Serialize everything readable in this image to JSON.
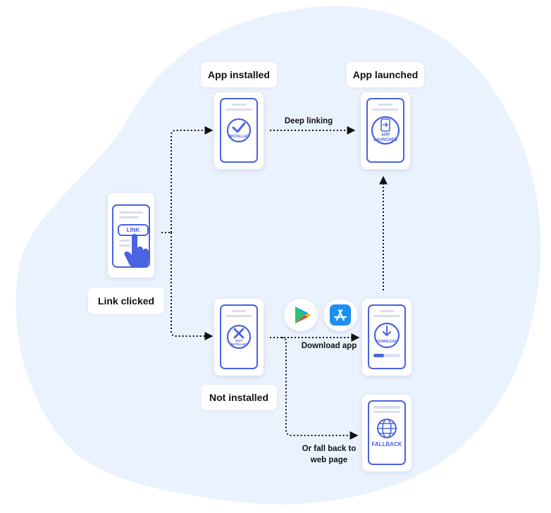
{
  "labels": {
    "app_installed": "App installed",
    "app_launched": "App launched",
    "link_clicked": "Link clicked",
    "not_installed": "Not installed",
    "deep_linking": "Deep linking",
    "download_app": "Download app",
    "fallback_line1": "Or fall back to",
    "fallback_line2": "web page"
  },
  "screens": {
    "link": "LINK",
    "installed": "INSTALLED",
    "app_launched_1": "APP",
    "app_launched_2": "LAUNCHED",
    "not_installed_1": "NOT",
    "not_installed_2": "INSTALLED",
    "download": "DOWNLOAD",
    "fallback": "FALLBACK"
  },
  "icons": {
    "play_store": "google-play-icon",
    "app_store": "app-store-icon"
  },
  "colors": {
    "accent": "#4a63e0",
    "background_blob": "#eaf2fd",
    "connector": "#111111"
  }
}
